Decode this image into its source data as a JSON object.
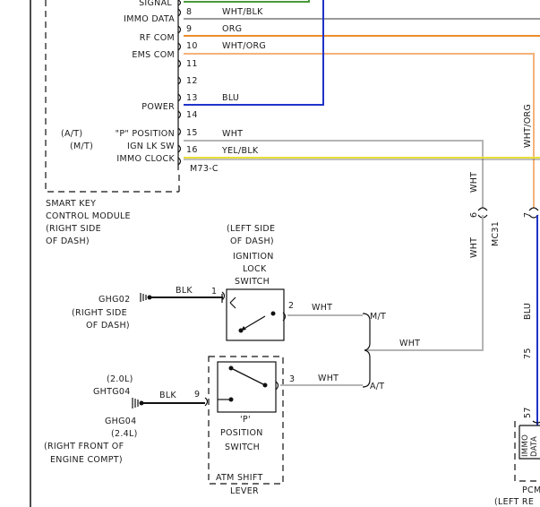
{
  "colors": {
    "green": "#4a9a3a",
    "gray": "#9a9a9a",
    "orange": "#ee8b2b",
    "peach": "#f4b27a",
    "blue": "#1f33c8",
    "yellow": "#e8de3a"
  },
  "module": {
    "pin_labels": [
      "SIGNAL",
      "IMMO DATA",
      "RF COM",
      "EMS COM",
      "POWER",
      "\"P\" POSITION",
      "IGN LK SW",
      "IMMO CLOCK"
    ],
    "trans_tags": [
      "(A/T)",
      "(M/T)"
    ],
    "pin_numbers": [
      "8",
      "9",
      "10",
      "11",
      "12",
      "13",
      "14",
      "15",
      "16"
    ],
    "wire_colors": [
      "WHT/BLK",
      "ORG",
      "WHT/ORG",
      "BLU",
      "WHT",
      "YEL/BLK"
    ],
    "connector": "M73-C",
    "name": [
      "SMART KEY",
      "CONTROL MODULE",
      "(RIGHT SIDE",
      "OF DASH)"
    ]
  },
  "ignition_switch": {
    "location": [
      "(LEFT SIDE",
      "OF DASH)"
    ],
    "name": [
      "IGNITION",
      "LOCK",
      "SWITCH"
    ],
    "pins": [
      "1",
      "2"
    ],
    "ground": "GHG02",
    "ground_location": [
      "(RIGHT SIDE",
      "OF DASH)"
    ],
    "wires": [
      "BLK",
      "WHT"
    ]
  },
  "position_switch": {
    "variants": [
      "(2.0L)",
      "(2.4L)"
    ],
    "grounds": [
      "GHTG04",
      "GHG04"
    ],
    "ground_location": [
      "(RIGHT FRONT OF",
      "ENGINE COMPT)"
    ],
    "pins": [
      "9",
      "3"
    ],
    "wires": [
      "BLK",
      "WHT"
    ],
    "name": [
      "'P'",
      "POSITION",
      "SWITCH"
    ],
    "lever": [
      "ATM SHIFT",
      "LEVER"
    ]
  },
  "junction": {
    "mt": "M/T",
    "at": "A/T",
    "wire": "WHT"
  },
  "connector_mc31": {
    "name": "MC31",
    "pin": "6",
    "wires": [
      "WHT",
      "WHT"
    ]
  },
  "right_side": {
    "wire_top": "WHT/ORG",
    "pin_top": "7",
    "wire_blu": "BLU",
    "pins": [
      "75",
      "57"
    ],
    "pcm_pin_label": [
      "IMMO",
      "DATA"
    ],
    "pcm_name": "PCM",
    "pcm_location": "(LEFT RE"
  }
}
